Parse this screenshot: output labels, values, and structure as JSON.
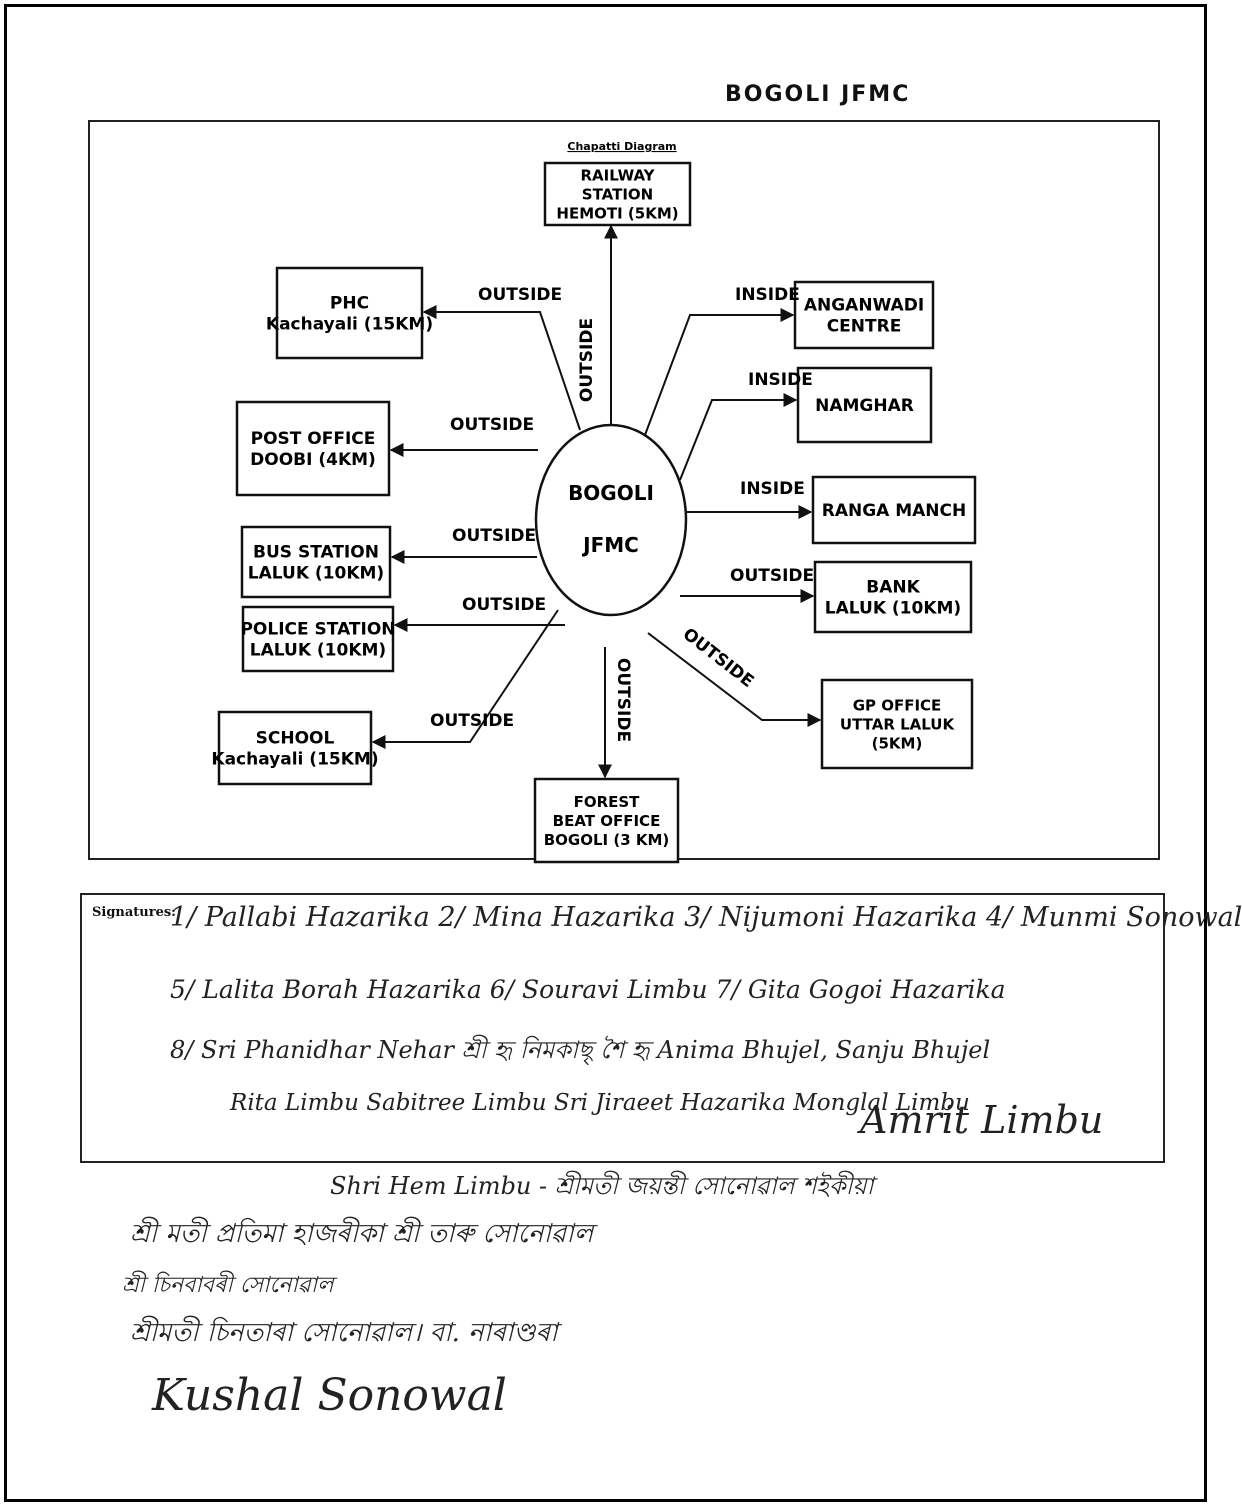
{
  "header": {
    "title": "BOGOLI JFMC"
  },
  "diagram": {
    "heading": "Chapatti Diagram",
    "center": {
      "line1": "BOGOLI",
      "line2": "JFMC"
    },
    "nodes": [
      {
        "id": "railway",
        "lines": [
          "RAILWAY",
          "STATION",
          "HEMOTI (5KM)"
        ],
        "relation": "OUTSIDE"
      },
      {
        "id": "phc",
        "lines": [
          "PHC",
          "Kachayali (15KM)"
        ],
        "relation": "OUTSIDE"
      },
      {
        "id": "anganwadi",
        "lines": [
          "ANGANWADI",
          "CENTRE"
        ],
        "relation": "INSIDE"
      },
      {
        "id": "namghar",
        "lines": [
          "NAMGHAR"
        ],
        "relation": "INSIDE"
      },
      {
        "id": "post-office",
        "lines": [
          "POST OFFICE",
          "DOOBI (4KM)"
        ],
        "relation": "OUTSIDE"
      },
      {
        "id": "ranga-manch",
        "lines": [
          "RANGA MANCH"
        ],
        "relation": "INSIDE"
      },
      {
        "id": "bus-station",
        "lines": [
          "BUS STATION",
          "LALUK (10KM)"
        ],
        "relation": "OUTSIDE"
      },
      {
        "id": "bank",
        "lines": [
          "BANK",
          "LALUK (10KM)"
        ],
        "relation": "OUTSIDE"
      },
      {
        "id": "police-station",
        "lines": [
          "POLICE STATION",
          "LALUK (10KM)"
        ],
        "relation": "OUTSIDE"
      },
      {
        "id": "gp-office",
        "lines": [
          "GP OFFICE",
          "UTTAR LALUK",
          "(5KM)"
        ],
        "relation": "OUTSIDE"
      },
      {
        "id": "school",
        "lines": [
          "SCHOOL",
          "Kachayali (15KM)"
        ],
        "relation": "OUTSIDE"
      },
      {
        "id": "forest-office",
        "lines": [
          "FOREST",
          "BEAT OFFICE",
          "BOGOLI (3 KM)"
        ],
        "relation": "OUTSIDE"
      }
    ]
  },
  "signatures": {
    "label": "Signatures:",
    "lines": [
      "1/ Pallabi Hazarika   2/ Mina Hazarika 3/ Nijumoni Hazarika 4/ Munmi Sonowal",
      "5/ Lalita Borah Hazarika 6/ Souravi Limbu 7/ Gita Gogoi Hazarika",
      "8/ Sri Phanidhar Nehar  শ্ৰী হৃ নিমকাছৃ  শৈ হৃ  Anima Bhujel, Sanju Bhujel",
      "Rita Limbu   Sabitree Limbu   Sri Jiraeet Hazarika   Monglal Limbu",
      "Amrit Limbu"
    ],
    "extra": [
      "Shri Hem Limbu - শ্ৰীমতী জয়ন্তী সোনোৱাল শইকীয়া",
      "শ্ৰী মতী প্ৰতিমা হাজৰীকা  শ্ৰী তাৰু সোনোৱাল",
      "শ্ৰী চিনবাবৰী সোনোৱাল",
      "শ্ৰীমতী চিনতাৰা সোনোৱাল।  বা. নাৰাণ্ডৰা",
      "Kushal Sonowal"
    ]
  }
}
